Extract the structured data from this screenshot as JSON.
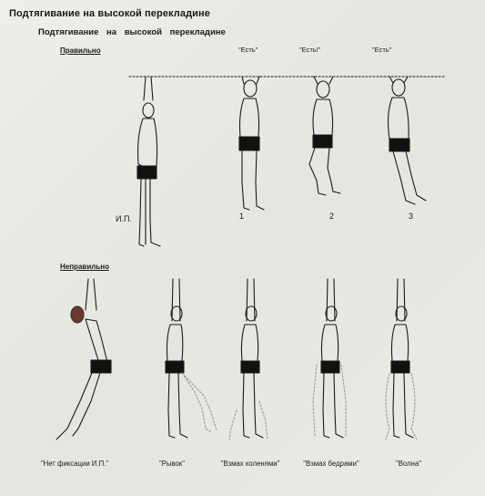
{
  "page": {
    "heading": "Подтягивание на высокой перекладине",
    "figure_title": "Подтягивание на высокой перекладине"
  },
  "correct": {
    "label": "Правильно",
    "commands": [
      "\"Есть\"",
      "\"Есть!\"",
      "\"Есть\""
    ],
    "steps": [
      "И.П.",
      "1",
      "2",
      "3"
    ]
  },
  "incorrect": {
    "label": "Неправильно",
    "captions": [
      "\"Нет фиксации И.П.\"",
      "\"Рывок\"",
      "\"Взмах коленями\"",
      "\"Взмах бедрами\"",
      "\"Волна\""
    ]
  },
  "colors": {
    "ink": "#1a1a1a",
    "paper": "#ecece7",
    "shorts": "#111111",
    "faded": "#9a9a9a"
  }
}
